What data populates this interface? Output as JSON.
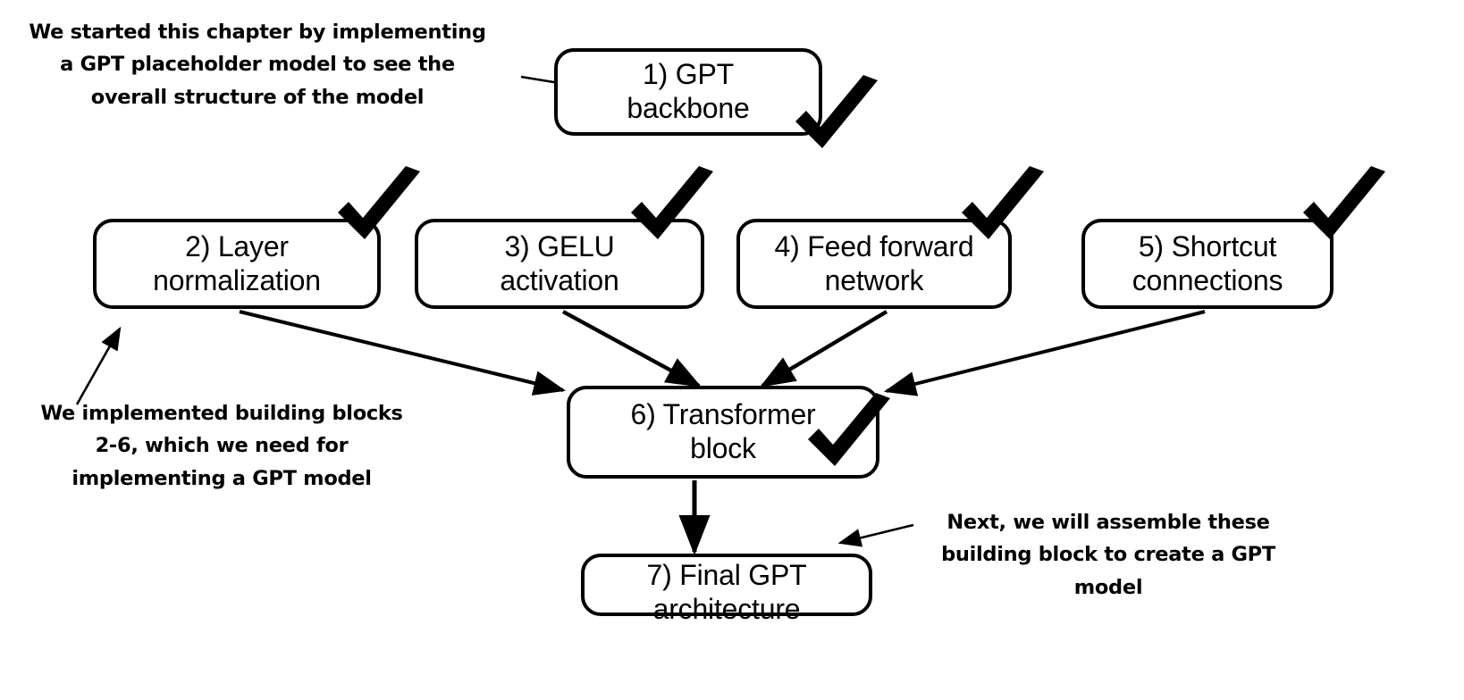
{
  "diagram": {
    "title": "GPT model building blocks progress overview",
    "background_color": "#ffffff",
    "stroke_color": "#000000",
    "nodes": [
      {
        "id": "n1",
        "label": "1) GPT\nbackbone",
        "line1": "1) GPT",
        "line2": "backbone",
        "checked": true
      },
      {
        "id": "n2",
        "label": "2) Layer\nnormalization",
        "line1": "2) Layer",
        "line2": "normalization",
        "checked": true
      },
      {
        "id": "n3",
        "label": "3) GELU\nactivation",
        "line1": "3) GELU",
        "line2": "activation",
        "checked": true
      },
      {
        "id": "n4",
        "label": "4) Feed forward\nnetwork",
        "line1": "4) Feed forward",
        "line2": "network",
        "checked": true
      },
      {
        "id": "n5",
        "label": "5) Shortcut\nconnections",
        "line1": "5) Shortcut",
        "line2": "connections",
        "checked": true
      },
      {
        "id": "n6",
        "label": "6) Transformer\nblock",
        "line1": "6) Transformer",
        "line2": "block",
        "checked": true
      },
      {
        "id": "n7",
        "label": "7) Final GPT\narchitecture",
        "line1": "7) Final GPT",
        "line2": "architecture",
        "checked": false
      }
    ],
    "edges": [
      {
        "from": "note-top-left",
        "to": "n1"
      },
      {
        "from": "n2",
        "to": "n6"
      },
      {
        "from": "n3",
        "to": "n6"
      },
      {
        "from": "n4",
        "to": "n6"
      },
      {
        "from": "n5",
        "to": "n6"
      },
      {
        "from": "n6",
        "to": "n7"
      },
      {
        "from": "note-bottom-left",
        "to": "n2"
      },
      {
        "from": "note-bottom-right",
        "to": "n7"
      }
    ],
    "notes": {
      "top_left": {
        "lines": [
          "We started this chapter by implementing",
          "a GPT placeholder model to see the",
          "overall structure of the model"
        ],
        "l1": "We started this chapter by implementing",
        "l2": "a GPT placeholder model to see the",
        "l3": "overall structure of the model"
      },
      "bottom_left": {
        "lines": [
          "We implemented building blocks",
          "2-6, which we need for",
          "implementing a GPT model"
        ],
        "l1": "We implemented building blocks",
        "l2": "2-6, which we need for",
        "l3": "implementing a GPT model"
      },
      "bottom_right": {
        "lines": [
          "Next, we will assemble these",
          "building block to create a GPT",
          "model"
        ],
        "l1": "Next, we will assemble these",
        "l2": "building block to create a GPT",
        "l3": "model"
      }
    },
    "icons": {
      "check": "check-mark"
    }
  }
}
